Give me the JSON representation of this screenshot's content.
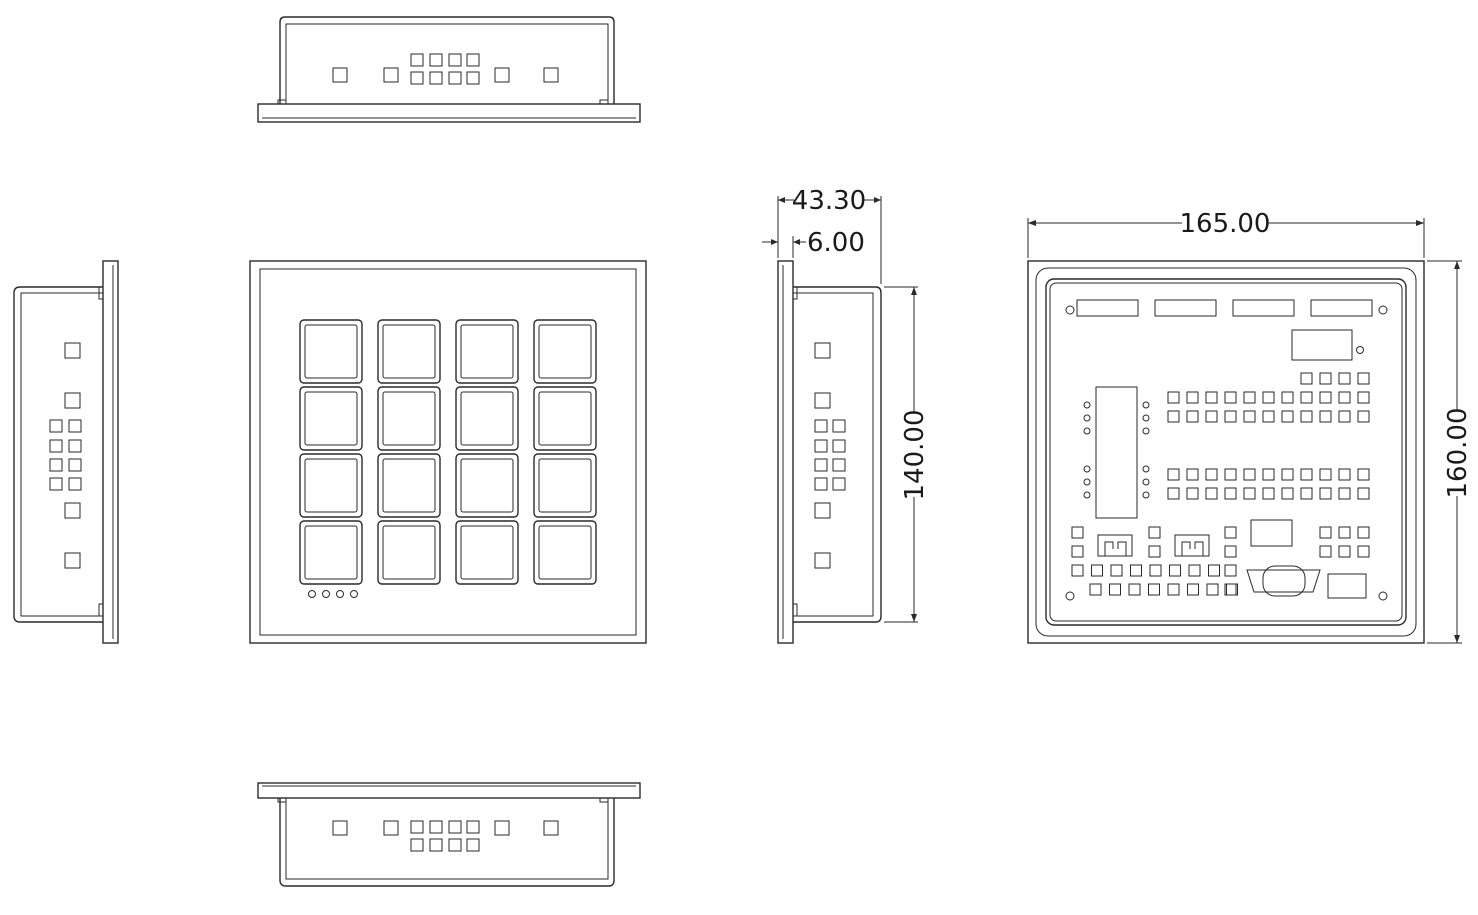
{
  "dimensions": {
    "depth_total": "43.30",
    "bezel_thickness": "6.00",
    "body_height": "140.00",
    "overall_width": "165.00",
    "overall_height": "160.00"
  },
  "keypad": {
    "rows": 4,
    "columns": 4,
    "status_leds": 4
  }
}
